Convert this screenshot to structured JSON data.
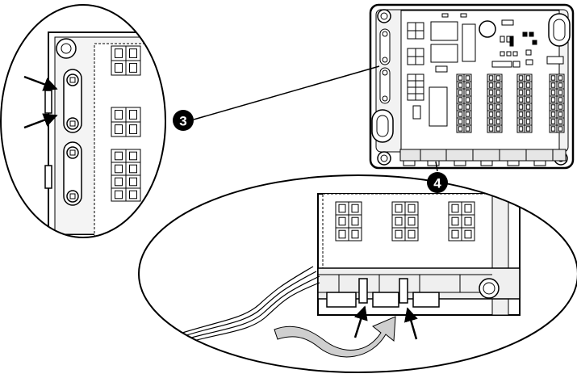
{
  "callouts": [
    {
      "id": "step-3",
      "label": "3"
    },
    {
      "id": "step-4",
      "label": "4"
    }
  ],
  "colors": {
    "stroke": "#000000",
    "fill": "#ffffff",
    "shade": "#d9d9d9",
    "callout": "#000000",
    "arrow_fill": "#cfcfcf"
  }
}
